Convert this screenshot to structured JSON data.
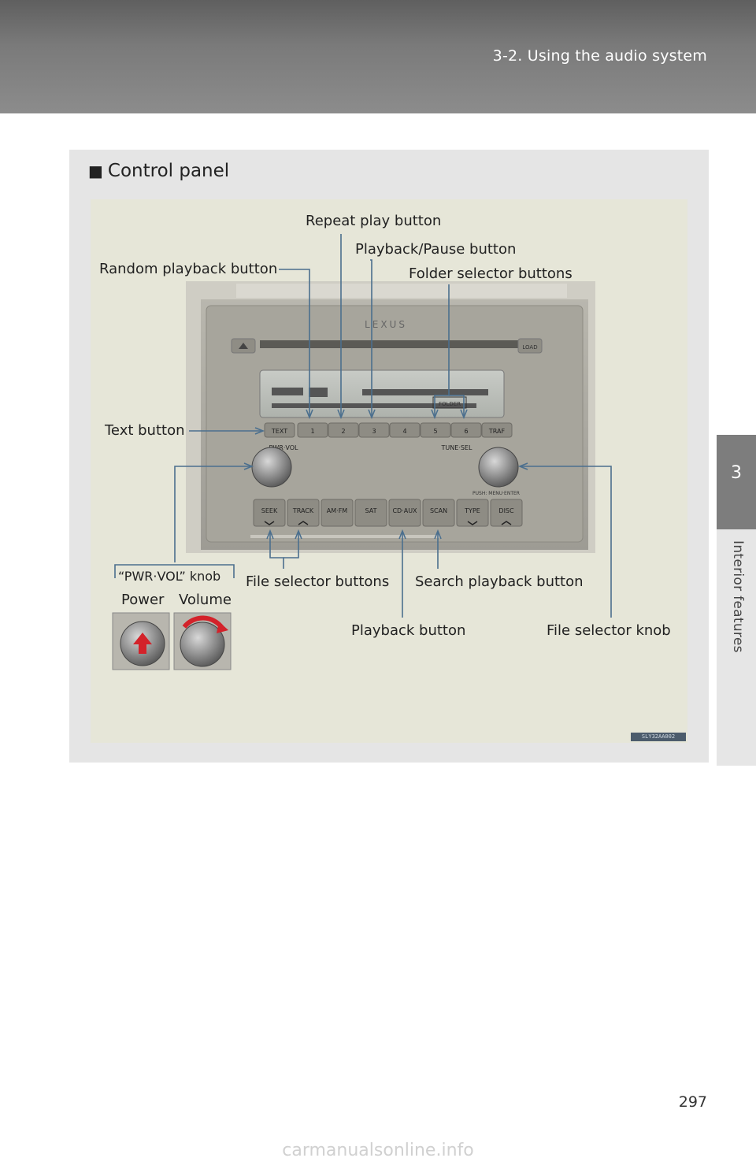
{
  "header": {
    "title": "3-2. Using the audio system"
  },
  "side_tab": {
    "number": "3",
    "label": "Interior features"
  },
  "section": {
    "bullet": "■",
    "title": "Control panel"
  },
  "callouts": {
    "repeat_play": "Repeat play button",
    "playback_pause": "Playback/Pause button",
    "random_playback": "Random playback button",
    "folder_selector": "Folder selector buttons",
    "text_button": "Text button",
    "pwr_vol_knob": "“PWR·VOL” knob",
    "power": "Power",
    "volume": "Volume",
    "file_selector_buttons": "File selector buttons",
    "search_playback": "Search playback button",
    "playback_button": "Playback button",
    "file_selector_knob": "File selector knob"
  },
  "panel": {
    "brand": "LEXUS",
    "eject_icon": "eject-icon",
    "load": "LOAD",
    "row_buttons": [
      "TEXT",
      "1",
      "2",
      "3",
      "4",
      "5",
      "6",
      "TRAF"
    ],
    "left_knob_label": "PWR·VOL",
    "right_knob_label": "TUNE·SEL",
    "right_knob_sub": "PUSH: MENU·ENTER",
    "bottom_buttons": [
      "SEEK",
      "TRACK",
      "AM·FM",
      "SAT",
      "CD·AUX",
      "SCAN",
      "TYPE",
      "DISC"
    ],
    "display_folder": "FOLDER"
  },
  "figure_code": "SLY32AA002",
  "page_number": "297",
  "watermark": "carmanualsonline.info"
}
